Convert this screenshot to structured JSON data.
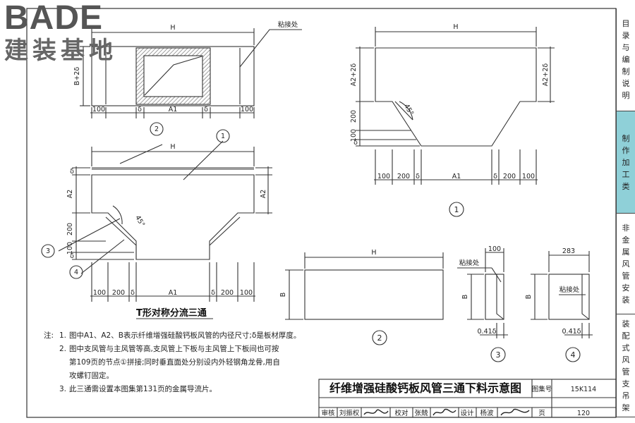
{
  "logo": {
    "main": "BADE",
    "sub": "建装基地"
  },
  "sidebar": [
    {
      "label": "目录与编制说明",
      "active": false
    },
    {
      "label": "制作加工类",
      "active": true
    },
    {
      "label": "非金属风管安装",
      "active": false
    },
    {
      "label": "装配式风管支吊架",
      "active": false
    }
  ],
  "drawing": {
    "top_view": {
      "width_label": "H",
      "height_label": "B+2δ",
      "callout": "粘接处",
      "dims": [
        "100",
        "δ",
        "A1",
        "δ",
        "100"
      ]
    },
    "main_view": {
      "width_label": "H",
      "side_label": "A2",
      "side_label_right": "A2",
      "vert_dims": [
        "δ",
        "200",
        "100",
        "δ"
      ],
      "angle": "45°",
      "bottom_dims": [
        "100",
        "200",
        "δ",
        "A1",
        "δ",
        "200",
        "100"
      ],
      "callouts": [
        "1",
        "2",
        "3",
        "4"
      ],
      "caption": "T形对称分流三通"
    },
    "piece1": {
      "width_label": "H",
      "side_label": "A2+2δ",
      "side_label_right": "A2+2δ",
      "vert_dims": [
        "200",
        "100",
        "δ"
      ],
      "angle": "45°",
      "bottom_dims": [
        "100",
        "200",
        "δ",
        "A1",
        "δ",
        "200",
        "100"
      ],
      "number": "1"
    },
    "piece2": {
      "width_label": "H",
      "side_label": "B",
      "number": "2"
    },
    "piece3": {
      "top_dim": "100",
      "callout": "粘接处",
      "side_label": "B",
      "bottom_dim": "0.41δ",
      "number": "3"
    },
    "piece4": {
      "top_dim": "283",
      "callout": "粘接处",
      "side_label": "B",
      "bottom_dim": "0.41δ",
      "number": "4"
    }
  },
  "notes": {
    "label": "注:",
    "items": [
      {
        "num": "1.",
        "text": "图中A1、A2、B表示纤维增强硅酸钙板风管的内径尺寸;δ是板材厚度。"
      },
      {
        "num": "2.",
        "text": "图中支风管与主风管等高,支风管上下板与主风管上下板间也可按"
      },
      {
        "num": "",
        "text": "第109页的节点①拼接;同时垂直面处分别设内外轻钢角龙骨,用自"
      },
      {
        "num": "",
        "text": "攻螺钉固定。"
      },
      {
        "num": "3.",
        "text": "此三通需设置本图集第131页的金属导流片。"
      }
    ]
  },
  "title_block": {
    "title": "纤维增强硅酸钙板风管三通下料示意图",
    "atlas_label": "图集号",
    "atlas_no": "15K114",
    "review_label": "审核",
    "reviewer": "刘振权",
    "check_label": "校对",
    "checker": "张兢",
    "design_label": "设计",
    "designer": "杨波",
    "page_label": "页",
    "page_no": "120"
  }
}
